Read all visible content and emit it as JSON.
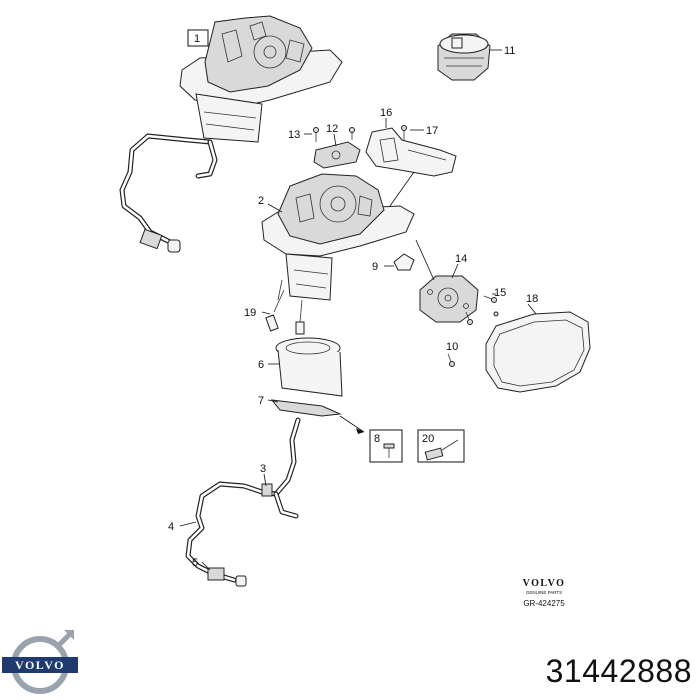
{
  "diagram": {
    "callouts": {
      "c1": "1",
      "c2": "2",
      "c3": "3",
      "c4": "4",
      "c5": "5",
      "c6": "6",
      "c7": "7",
      "c8": "8",
      "c9": "9",
      "c10": "10",
      "c11": "11",
      "c12": "12",
      "c13": "13",
      "c14": "14",
      "c15": "15",
      "c16": "16",
      "c17": "17",
      "c18": "18",
      "c19": "19",
      "c20": "20"
    },
    "brand_stamp": {
      "brand": "VOLVO",
      "subtitle": "GENUINE PARTS",
      "code": "GR-424275"
    }
  },
  "footer": {
    "logo_text": "VOLVO",
    "part_number": "31442888"
  },
  "colors": {
    "line": "#222222",
    "logo_blue": "#1f3a6e",
    "logo_ring": "#9aa3ad"
  }
}
